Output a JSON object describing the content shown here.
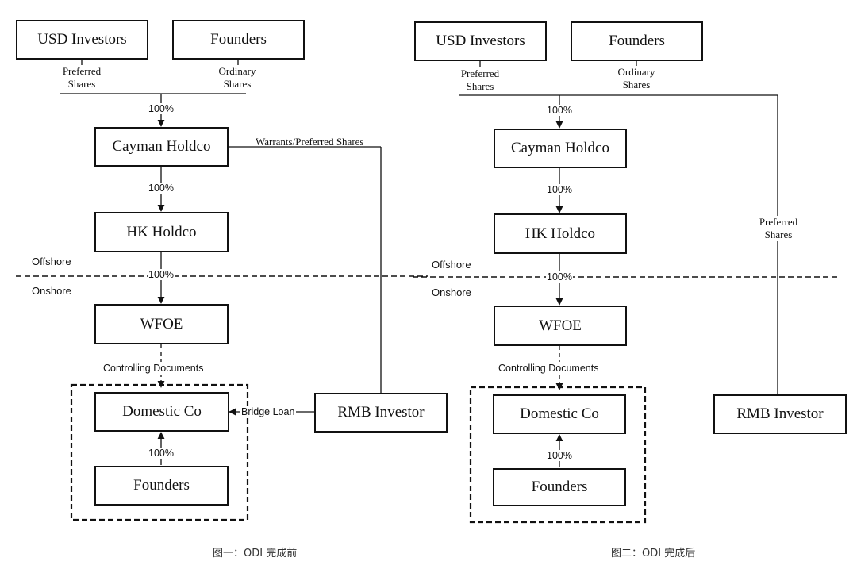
{
  "diagram_before": {
    "boxes": {
      "usd_investors": "USD Investors",
      "founders_top": "Founders",
      "cayman_holdco": "Cayman Holdco",
      "hk_holdco": "HK Holdco",
      "wfoe": "WFOE",
      "domestic_co": "Domestic Co",
      "founders_bottom": "Founders",
      "rmb_investor": "RMB Investor"
    },
    "labels": {
      "preferred_shares_line1": "Preferred",
      "preferred_shares_line2": "Shares",
      "ordinary_shares_line1": "Ordinary",
      "ordinary_shares_line2": "Shares",
      "pct_cayman": "100%",
      "pct_hk": "100%",
      "pct_wfoe": "100%",
      "pct_domestic": "100%",
      "warrants": "Warrants/Preferred Shares",
      "controlling_documents": "Controlling Documents",
      "bridge_loan": "Bridge Loan",
      "offshore": "Offshore",
      "onshore": "Onshore"
    },
    "caption": "图一：ODI 完成前"
  },
  "diagram_after": {
    "boxes": {
      "usd_investors": "USD Investors",
      "founders_top": "Founders",
      "cayman_holdco": "Cayman Holdco",
      "hk_holdco": "HK Holdco",
      "wfoe": "WFOE",
      "domestic_co": "Domestic Co",
      "founders_bottom": "Founders",
      "rmb_investor": "RMB Investor"
    },
    "labels": {
      "preferred_shares_line1": "Preferred",
      "preferred_shares_line2": "Shares",
      "ordinary_shares_line1": "Ordinary",
      "ordinary_shares_line2": "Shares",
      "pct_cayman": "100%",
      "pct_hk": "100%",
      "pct_wfoe": "100%",
      "pct_domestic": "100%",
      "rmb_preferred_line1": "Preferred",
      "rmb_preferred_line2": "Shares",
      "controlling_documents": "Controlling Documents",
      "offshore": "Offshore",
      "onshore": "Onshore"
    },
    "caption": "图二：ODI 完成后"
  }
}
